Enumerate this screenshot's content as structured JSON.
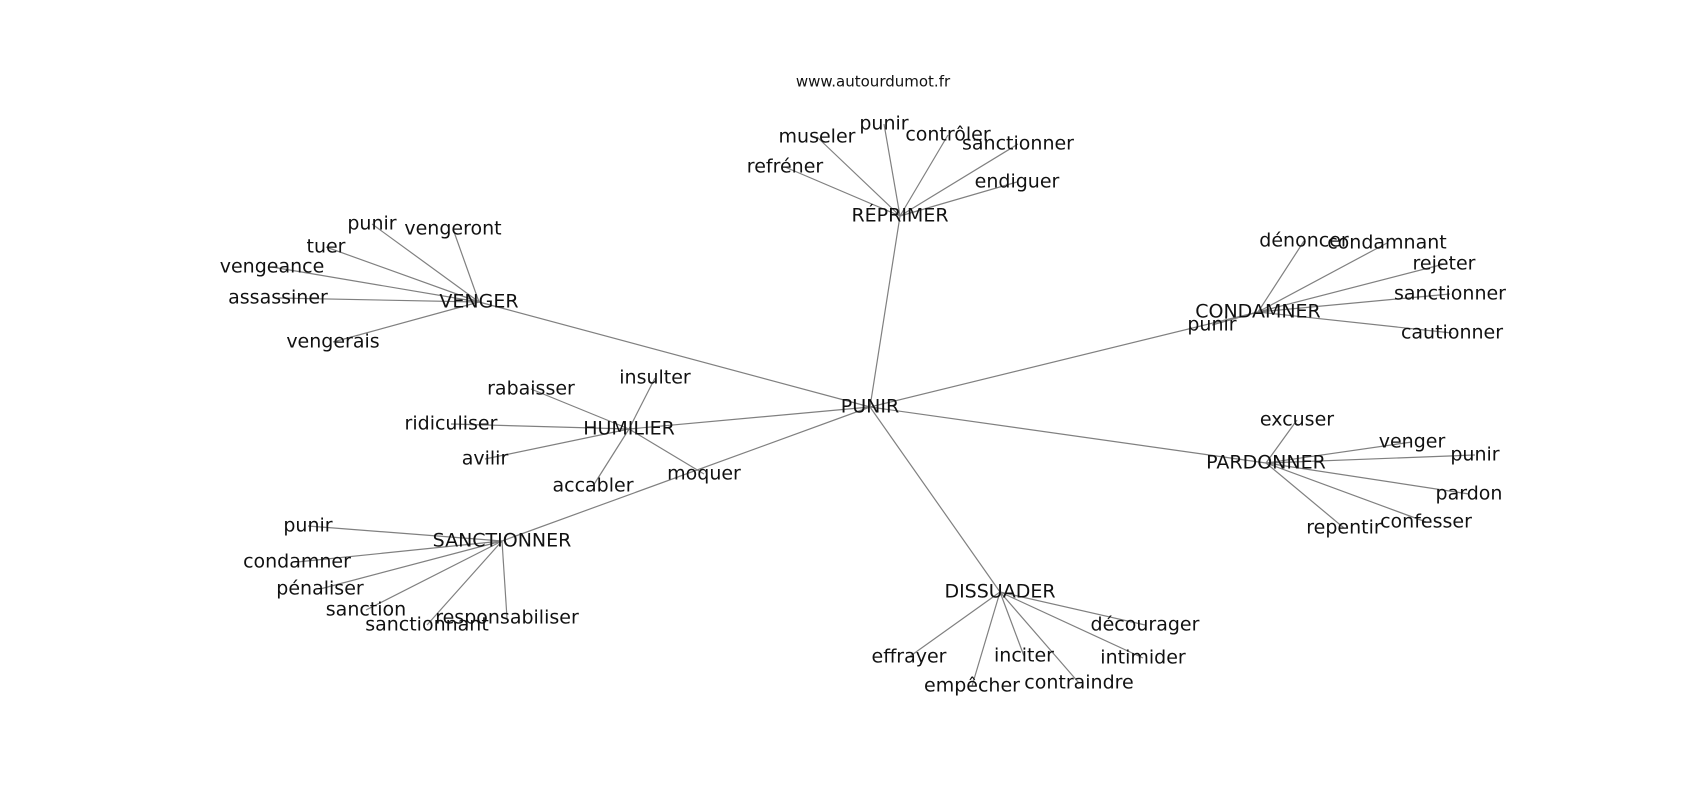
{
  "source": "www.autourdumot.fr",
  "root": "PUNIR",
  "hubs": [
    {
      "id": "reprimer",
      "label": "RÉPRIMER",
      "leaves": [
        "refréner",
        "museler",
        "punir",
        "contrôler",
        "sanctionner",
        "endiguer"
      ]
    },
    {
      "id": "venger",
      "label": "VENGER",
      "leaves": [
        "punir",
        "vengeront",
        "tuer",
        "vengeance",
        "assassiner",
        "vengerais"
      ]
    },
    {
      "id": "condamner",
      "label": "CONDAMNER",
      "leaves": [
        "dénoncer",
        "condamnant",
        "rejeter",
        "sanctionner",
        "cautionner",
        "punir"
      ]
    },
    {
      "id": "humilier",
      "label": "HUMILIER",
      "leaves": [
        "rabaisser",
        "insulter",
        "ridiculiser",
        "avilir",
        "accabler",
        "moquer"
      ]
    },
    {
      "id": "pardonner",
      "label": "PARDONNER",
      "leaves": [
        "excuser",
        "venger",
        "punir",
        "pardon",
        "confesser",
        "repentir"
      ]
    },
    {
      "id": "sanctionner",
      "label": "SANCTIONNER",
      "leaves": [
        "punir",
        "condamner",
        "pénaliser",
        "sanction",
        "sanctionnant",
        "responsabiliser"
      ]
    },
    {
      "id": "dissuader",
      "label": "DISSUADER",
      "leaves": [
        "décourager",
        "effrayer",
        "inciter",
        "intimider",
        "empêcher",
        "contraindre"
      ]
    }
  ]
}
